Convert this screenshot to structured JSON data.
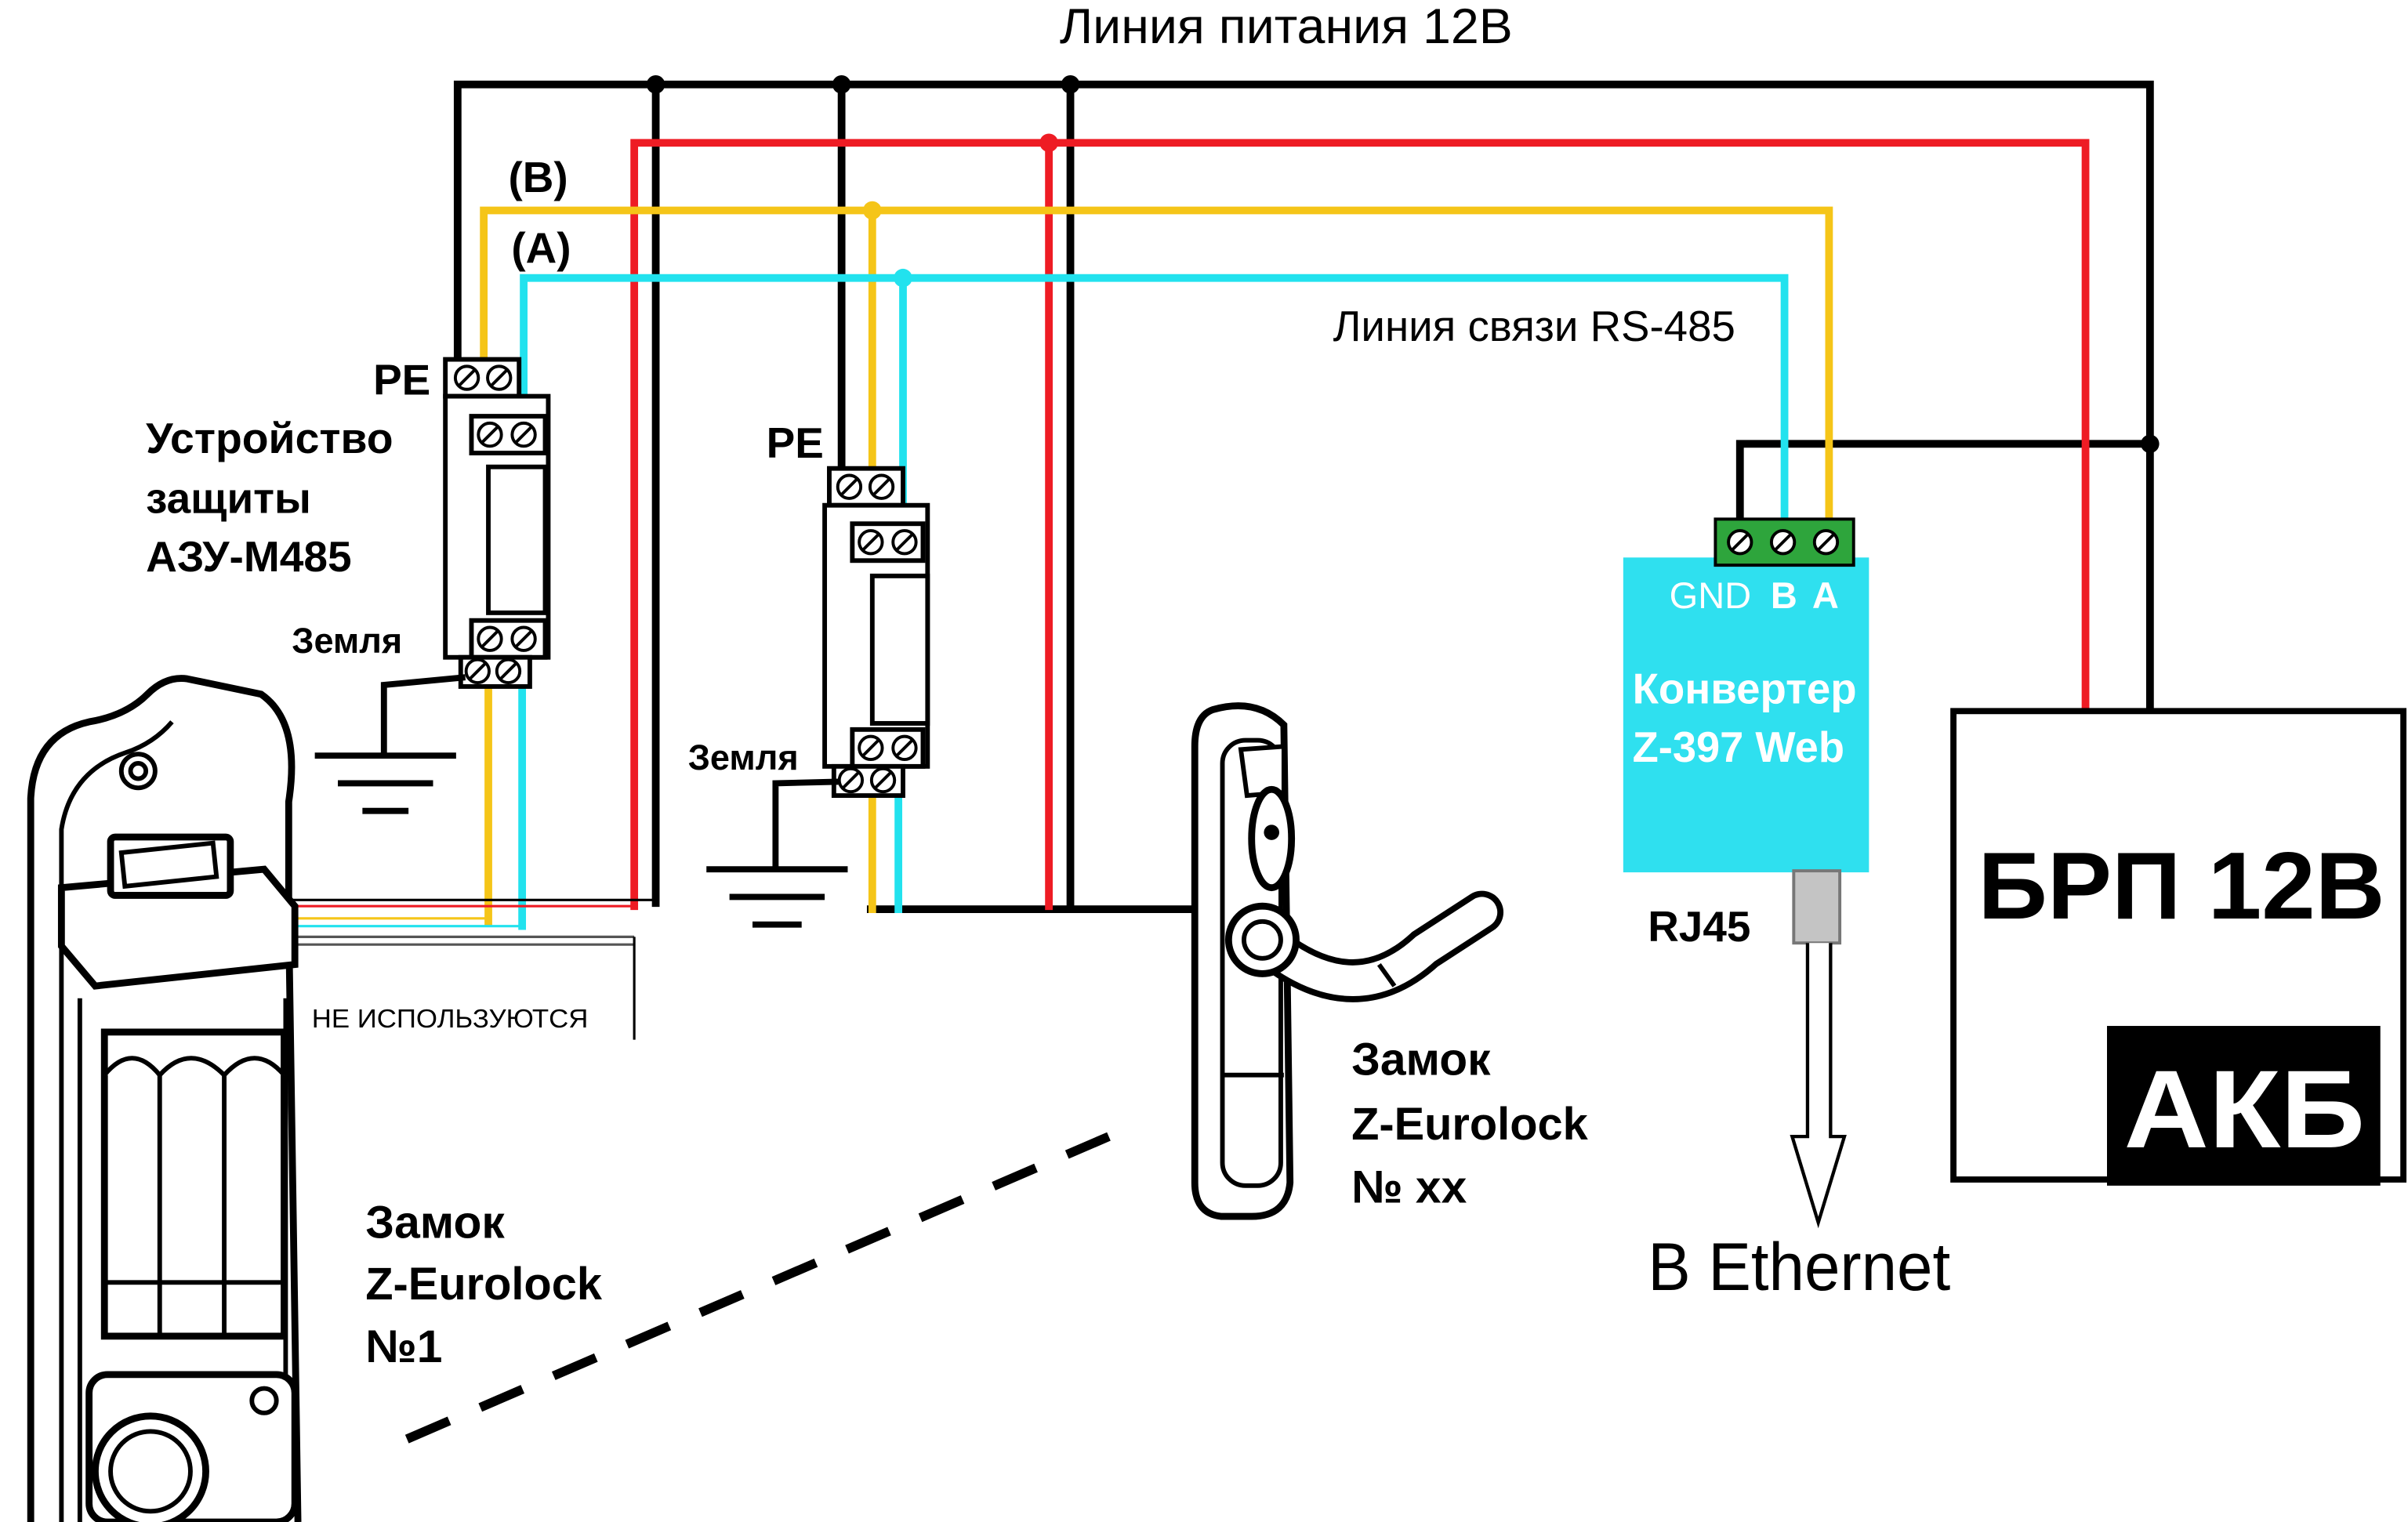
{
  "power_line_label": "Линия питания 12В",
  "rs485": {
    "b_label": "(B)",
    "a_label": "(A)",
    "label": "Линия связи RS-485"
  },
  "protector_1": {
    "pe_label": "PE",
    "name_lines": [
      "Устройство",
      "защиты",
      "АЗУ-М485"
    ],
    "ground_label": "Земля"
  },
  "protector_2": {
    "pe_label": "PE",
    "ground_label": "Земля"
  },
  "unused_label": "НЕ ИСПОЛЬЗУЮТСЯ",
  "lock_1": {
    "lines": [
      "Замок",
      "Z-Eurolock",
      "№1"
    ]
  },
  "lock_xx": {
    "lines": [
      "Замок",
      "Z-Eurolock",
      "№ xx"
    ]
  },
  "converter": {
    "terminals": [
      "GND",
      "B",
      "A"
    ],
    "name_lines": [
      "Конвертер",
      "Z-397 Web"
    ],
    "connector_label": "RJ45",
    "uplink_label": "В Ethernet"
  },
  "power_supply": {
    "name": "БРП 12В",
    "battery_label": "АКБ"
  },
  "colors": {
    "ground_wire": "#000000",
    "plus_12v_wire": "#ee1c24",
    "line_b_wire": "#f5c518",
    "line_a_wire": "#22e2ee",
    "converter_body": "#2fe0ef",
    "terminal_block": "#2ea53c",
    "connector_grey": "#c4c4c4"
  }
}
